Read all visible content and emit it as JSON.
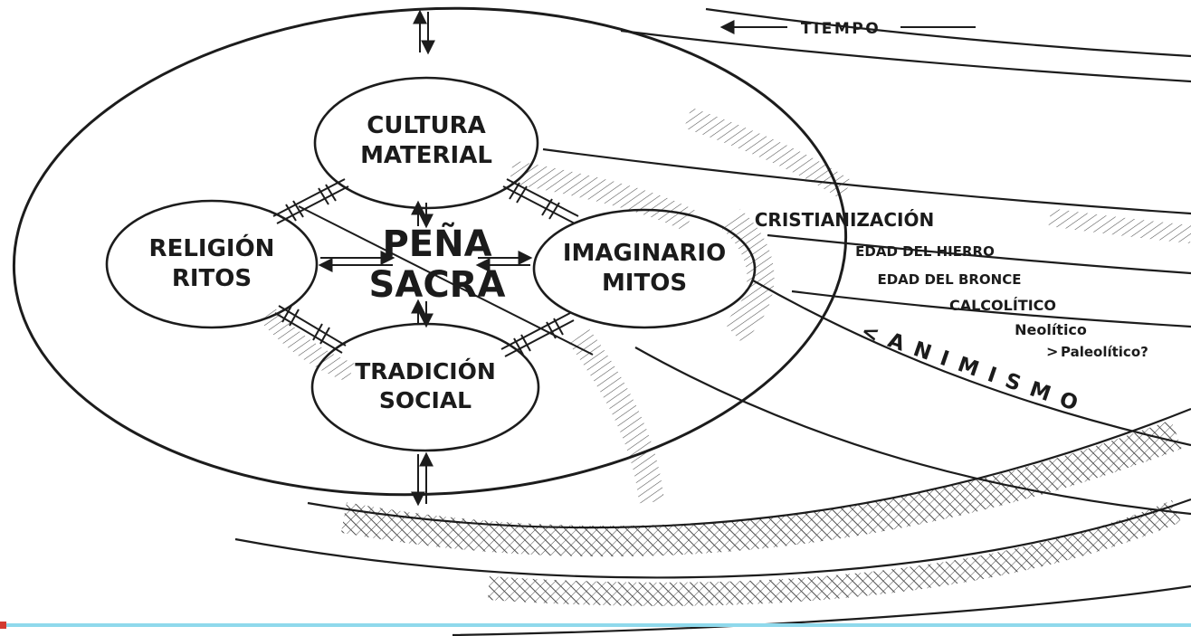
{
  "core": {
    "center_line1": "PEÑA",
    "center_line2": "SACRA",
    "nodes": {
      "cultura": {
        "line1": "CULTURA",
        "line2": "MATERIAL"
      },
      "religion": {
        "line1": "RELIGIÓN",
        "line2": "RITOS"
      },
      "imaginario": {
        "line1": "IMAGINARIO",
        "line2": "MITOS"
      },
      "tradicion": {
        "line1": "TRADICIÓN",
        "line2": "SOCIAL"
      }
    }
  },
  "timeline": {
    "tiempo_label": "TIEMPO",
    "eras": [
      "CRISTIANIZACIÓN",
      "EDAD DEL HIERRO",
      "EDAD DEL BRONCE",
      "CALCOLÍTICO",
      "Neolítico",
      "Paleolítico?"
    ],
    "paleolitico_marker": ">",
    "animismo_label": "<ANIMISMO"
  },
  "colors": {
    "ink": "#1c1c1c",
    "accent_red": "#ee3f35",
    "tradicion_text": "#131c35",
    "bottom_line": "#8fd9ec"
  }
}
